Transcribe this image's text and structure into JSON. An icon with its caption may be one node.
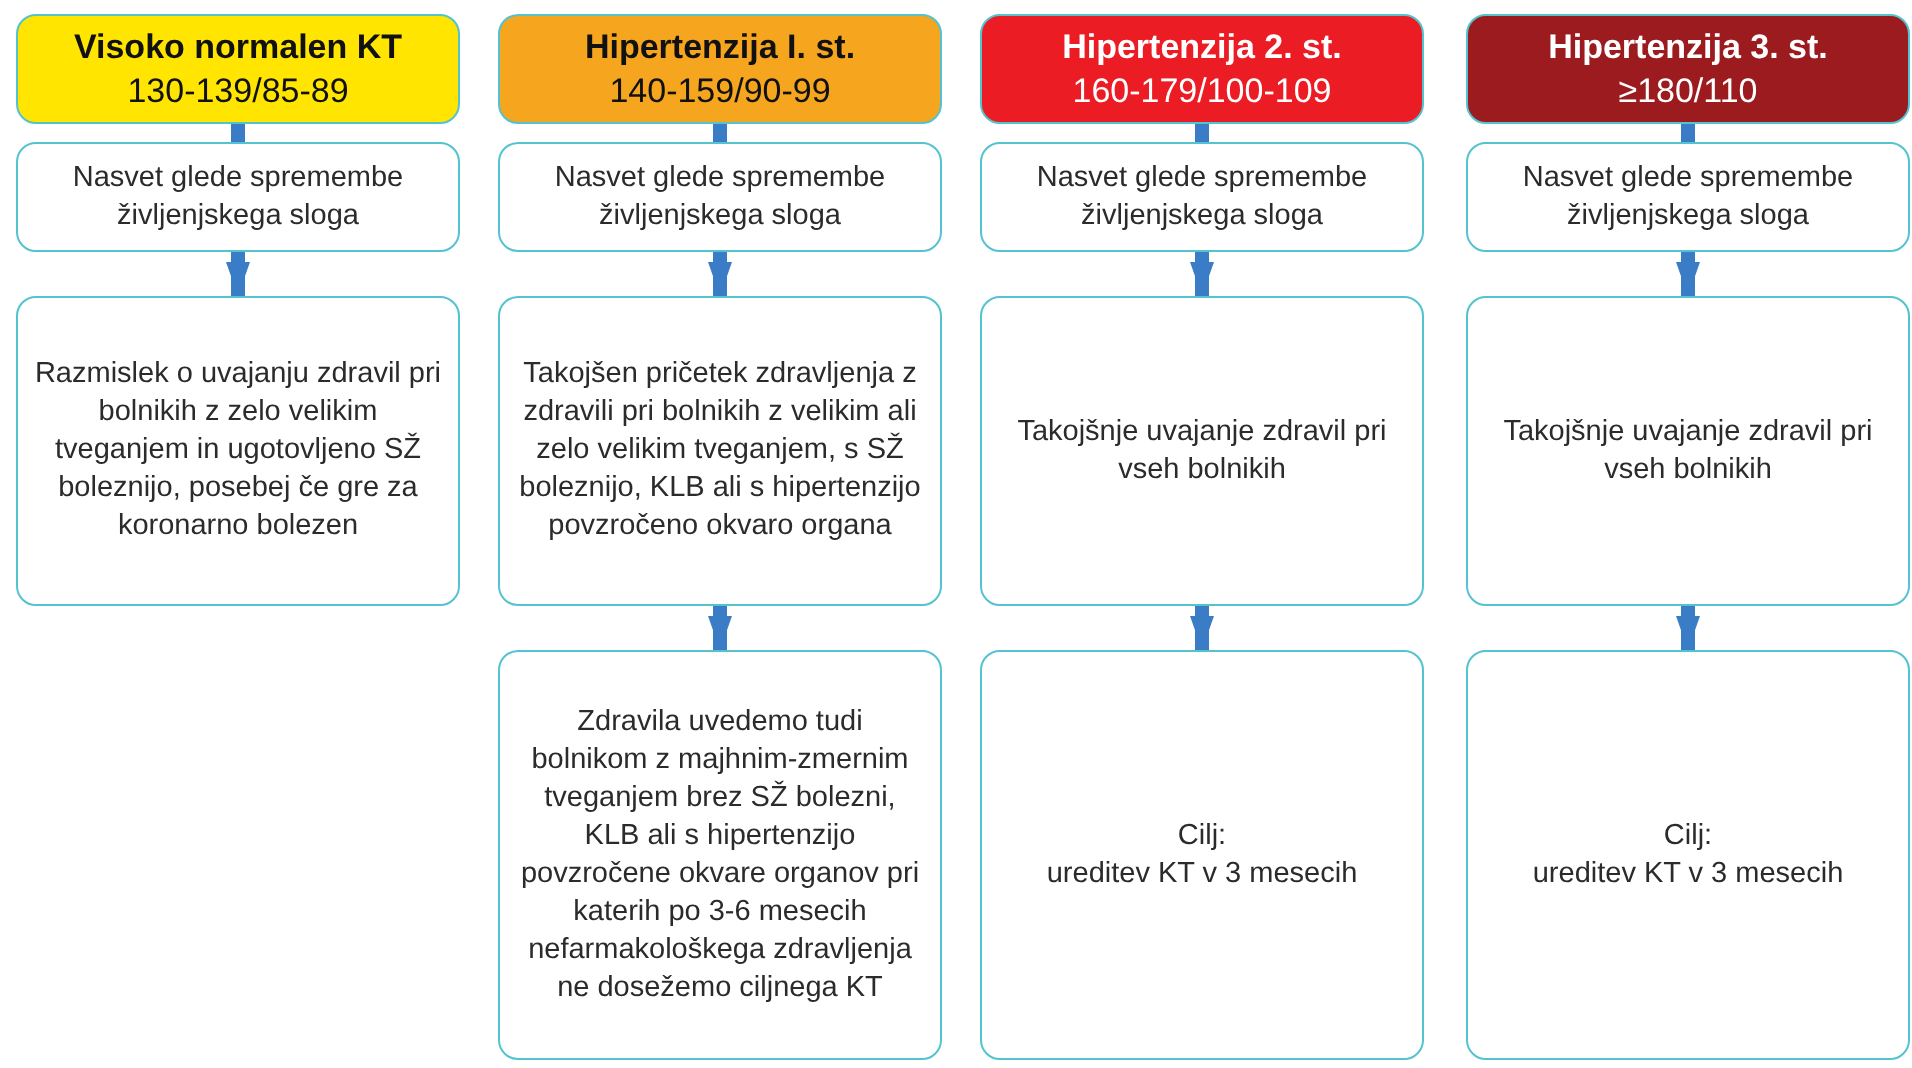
{
  "diagram": {
    "nodes": [
      {
        "text": [
          "Visoko normalen KT",
          "130-139/85-89"
        ]
      },
      {
        "text": [
          "Hipertenzija I. st.",
          "140-159/90-99"
        ]
      },
      {
        "text": [
          "Hipertenzija 2. st.",
          "160-179/100-109"
        ]
      },
      {
        "text": [
          "Hipertenzija 3. st.",
          "≥180/110"
        ]
      },
      {
        "text": [
          "Nasvet glede spremembe življenjskega sloga"
        ]
      },
      {
        "text": [
          "Nasvet glede spremembe življenjskega sloga"
        ]
      },
      {
        "text": [
          "Nasvet glede spremembe življenjskega sloga"
        ]
      },
      {
        "text": [
          "Nasvet glede spremembe življenjskega sloga"
        ]
      },
      {
        "text": [
          "Razmislek o uvajanju zdravil pri bolnikih z zelo velikim tveganjem in ugotovljeno SŽ boleznijo, posebej če gre za koronarno bolezen"
        ]
      },
      {
        "text": [
          "Takojšen pričetek zdravljenja z zdravili pri bolnikih z velikim ali zelo velikim tveganjem, s SŽ boleznijo, KLB ali s hipertenzijo povzročeno okvaro organa"
        ]
      },
      {
        "text": [
          "Takojšnje uvajanje zdravil pri vseh bolnikih"
        ]
      },
      {
        "text": [
          "Takojšnje uvajanje zdravil pri vseh bolnikih"
        ]
      },
      {
        "text": [
          "Zdravila uvedemo tudi bolnikom z majhnim-zmernim tveganjem brez SŽ bolezni, KLB ali s hipertenzijo povzročene okvare organov pri katerih po 3-6 mesecih nefarmakološkega zdravljenja ne dosežemo ciljnega KT"
        ]
      },
      {
        "text": [
          "Cilj:",
          "ureditev KT v 3 mesecih"
        ]
      },
      {
        "text": [
          "Cilj:",
          "ureditev KT v 3 mesecih"
        ]
      }
    ],
    "edges": [
      {
        "from": 0,
        "to": 4,
        "arrow": "none"
      },
      {
        "from": 1,
        "to": 5,
        "arrow": "none"
      },
      {
        "from": 2,
        "to": 6,
        "arrow": "none"
      },
      {
        "from": 3,
        "to": 7,
        "arrow": "none"
      },
      {
        "from": 4,
        "to": 8,
        "arrow": "to"
      },
      {
        "from": 5,
        "to": 9,
        "arrow": "to"
      },
      {
        "from": 6,
        "to": 10,
        "arrow": "to"
      },
      {
        "from": 7,
        "to": 11,
        "arrow": "to"
      },
      {
        "from": 9,
        "to": 12,
        "arrow": "to"
      },
      {
        "from": 10,
        "to": 13,
        "arrow": "to"
      },
      {
        "from": 11,
        "to": 14,
        "arrow": "to"
      }
    ]
  }
}
